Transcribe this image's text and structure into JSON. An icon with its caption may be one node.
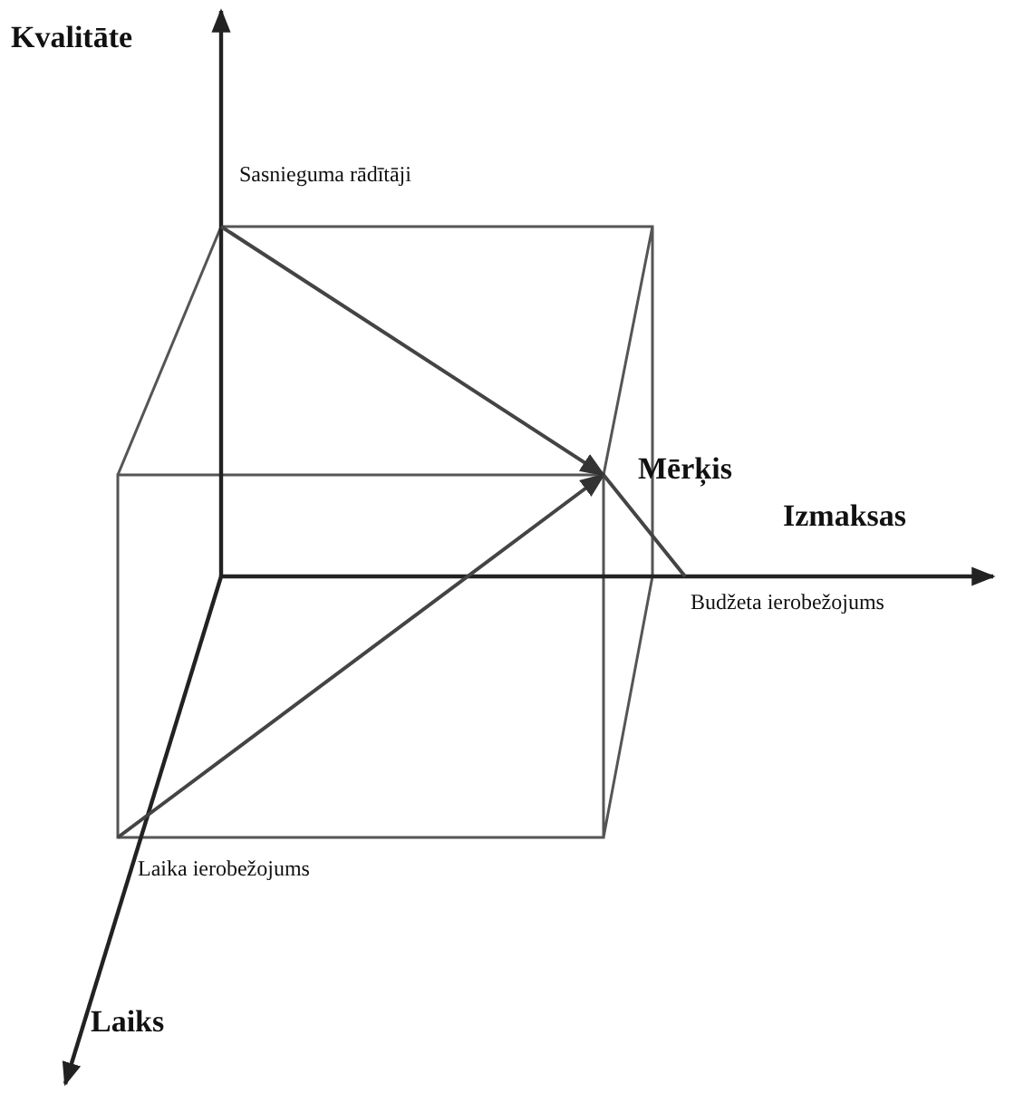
{
  "diagram": {
    "nodes": [
      {
        "text": [
          "Sasnieguma rādītāji"
        ]
      },
      {
        "text": [
          "Mērķis"
        ]
      },
      {
        "text": [
          "Laika ierobežojums"
        ]
      },
      {
        "text": [
          "Budžeta ierobežojums"
        ]
      }
    ],
    "edges": [
      {
        "from": 0,
        "to": 1,
        "arrow": "to"
      },
      {
        "from": 2,
        "to": 1,
        "arrow": "to"
      },
      {
        "from": 3,
        "to": 1,
        "arrow": "none"
      }
    ],
    "labels": [
      "Kvalitāte",
      "Izmaksas",
      "Laiks"
    ]
  }
}
